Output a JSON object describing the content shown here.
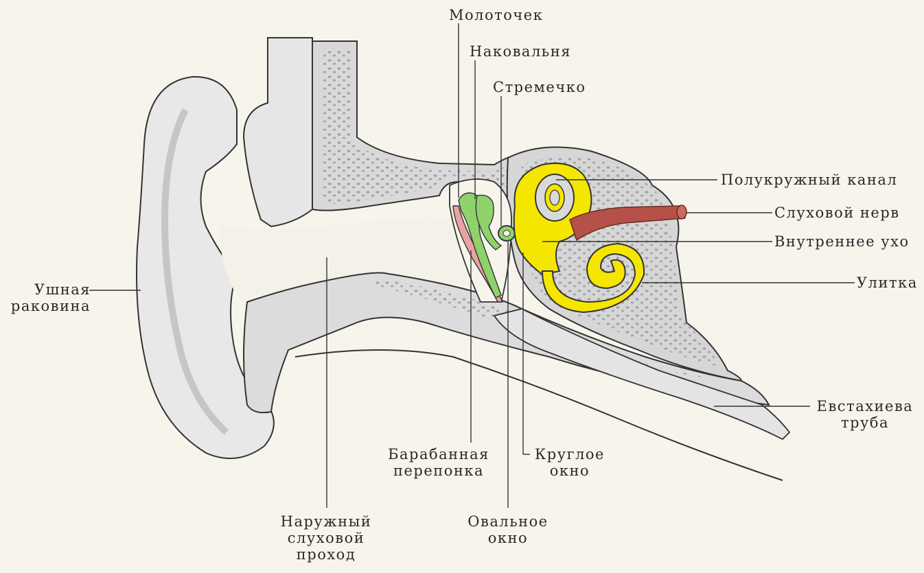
{
  "colors": {
    "background": "#f7f4ec",
    "bone": "#d9d9d9",
    "bone_dots": "#8f8f8f",
    "soft_tissue": "#e2e2e2",
    "ossicles": "#8fd26b",
    "eardrum": "#e7a3a3",
    "inner_ear": "#f5e600",
    "nerve": "#b55148"
  },
  "labels": {
    "malleus": "Молоточек",
    "incus": "Наковальня",
    "stapes": "Стремечко",
    "semicircular_canal": "Полукружный канал",
    "auditory_nerve": "Слуховой нерв",
    "inner_ear": "Внутреннее ухо",
    "cochlea": "Улитка",
    "auricle_line1": "Ушная",
    "auricle_line2": "раковина",
    "eustachian_line1": "Евстахиева",
    "eustachian_line2": "труба",
    "eardrum_line1": "Барабанная",
    "eardrum_line2": "перепонка",
    "round_window_line1": "Круглое",
    "round_window_line2": "окно",
    "ear_canal_line1": "Наружный",
    "ear_canal_line2": "слуховой",
    "ear_canal_line3": "проход",
    "oval_window_line1": "Овальное",
    "oval_window_line2": "окно"
  }
}
